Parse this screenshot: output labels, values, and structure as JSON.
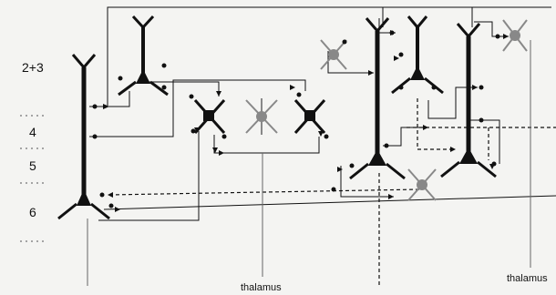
{
  "layers": [
    {
      "id": "l23",
      "label": "2+3"
    },
    {
      "id": "l4",
      "label": "4"
    },
    {
      "id": "l5",
      "label": "5"
    },
    {
      "id": "l6",
      "label": "6"
    }
  ],
  "outputs": [
    {
      "id": "thal1",
      "label": "thalamus"
    },
    {
      "id": "thal2",
      "label": "thalamus"
    }
  ],
  "colors": {
    "ink": "#111111",
    "inhibitory": "#888888",
    "background": "#f4f4f2"
  },
  "neuron_types": [
    "pyramidal",
    "excitatory-stellate",
    "inhibitory-interneuron"
  ]
}
